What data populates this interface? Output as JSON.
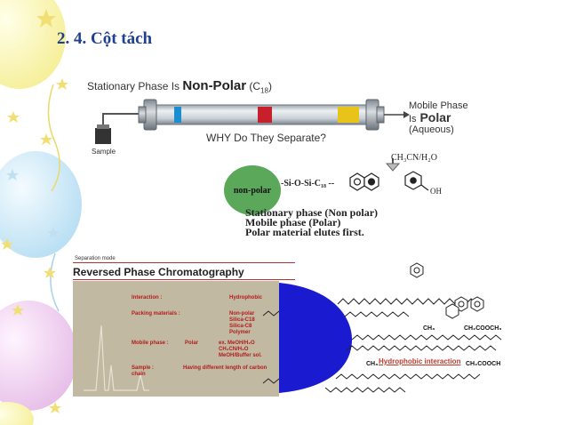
{
  "slide": {
    "title": "2. 4. Cột tách",
    "colors": {
      "title": "#1f3f8f",
      "nonpolar_circle": "#5ba85b",
      "dome": "#1a1ad0",
      "inset_bg": "#c2b9a2",
      "inset_text": "#b21c1c"
    }
  },
  "column_diagram": {
    "stationary_prefix": "Stationary Phase Is",
    "stationary_bold": "Non-Polar",
    "stationary_suffix": "(C",
    "stationary_sub": "18",
    "stationary_close": ")",
    "mobile_line1": "Mobile Phase",
    "mobile_line2_is": "Is",
    "mobile_line2_bold": "Polar",
    "mobile_line3": "(Aqueous)",
    "question": "WHY Do They Separate?",
    "sample_label": "Sample",
    "band_colors": [
      "#1a8fd0",
      "#c8202a",
      "#e8c31a"
    ]
  },
  "mechanism": {
    "solvent": "CH₃CN/H₂O",
    "nonpolar_label": "non-polar",
    "silica_chain": "-Si-O-Si-C₁₈ --",
    "oh_label": "OH",
    "caption_line1": "Stationary phase (Non polar)",
    "caption_line2": "Mobile phase (Polar)",
    "caption_line3": "Polar material elutes first."
  },
  "rpc_panel": {
    "separation_mode": "Separation mode",
    "heading": "Reversed Phase Chromatography",
    "rows": [
      {
        "key": "Interaction :",
        "value": "Hydrophobic"
      },
      {
        "key": "Packing materials :",
        "value": "Non-polar\nSilica-C18\nSilica-C8\nPolymer"
      },
      {
        "key": "Mobile phase :",
        "mid": "Polar",
        "value": "ex. MeOH/H₂O\nCH₃CN/H₂O\nMeOH/Buffer sol."
      },
      {
        "key": "Sample :\nchain",
        "value": "Having different length of carbon"
      }
    ],
    "chem_right1_left": "CH₃",
    "chem_right1_right": "CH₂COOCH₃",
    "chem_right2_left": "CH₃",
    "chem_right2_mid": "Hydrophobic interaction",
    "chem_right2_right": "CH₂COOCH"
  }
}
